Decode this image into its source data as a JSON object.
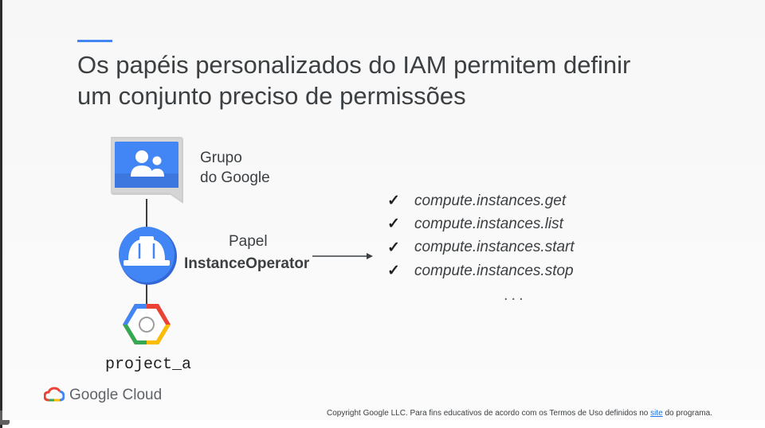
{
  "slide": {
    "title_line1": "Os papéis personalizados do IAM permitem definir",
    "title_line2": "um conjunto preciso de permissões",
    "group_label_line1": "Grupo",
    "group_label_line2": "do Google",
    "role_prefix": "Papel",
    "role_name": "InstanceOperator",
    "permissions": [
      "compute.instances.get",
      "compute.instances.list",
      "compute.instances.start",
      "compute.instances.stop"
    ],
    "ellipsis": "...",
    "project_label": "project_a",
    "check_glyph": "✓",
    "brand": "Google Cloud",
    "copyright_before": "Copyright Google LLC. Para fins educativos de acordo com os Termos de Uso definidos no ",
    "copyright_link": "site",
    "copyright_after": " do programa."
  },
  "colors": {
    "accent": "#4285f4",
    "google_blue": "#4285f4",
    "google_red": "#ea4335",
    "google_yellow": "#fbbc04",
    "google_green": "#34a853",
    "text": "#3c4043"
  },
  "icons": [
    "google-group-icon",
    "iam-role-hardhat-icon",
    "project-hexagon-icon",
    "google-cloud-logo-icon"
  ]
}
